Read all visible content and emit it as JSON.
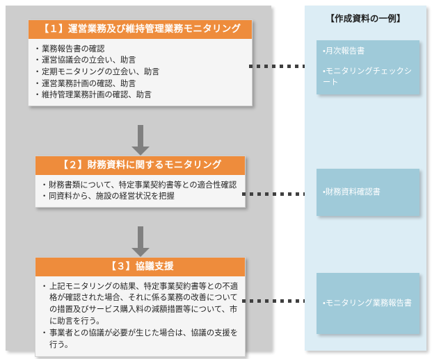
{
  "left_panel": {
    "blocks": [
      {
        "id": "block-1",
        "header": "【１】運営業務及び維持管理業務モニタリング",
        "items": [
          "業務報告書の確認",
          "運営協議会の立会い、助言",
          "定期モニタリングの立会い、助言",
          "運営業務計画の確認、助言",
          "維持管理業務計画の確認、助言"
        ]
      },
      {
        "id": "block-2",
        "header": "【２】財務資料に関するモニタリング",
        "items": [
          "財務書類について、特定事業契約書等との適合性確認",
          "同資料から、施設の経営状況を把握"
        ]
      },
      {
        "id": "block-3",
        "header": "【３】協議支援",
        "items": [
          "上記モニタリングの結果、特定事業契約書等との不適格が確認された場合、それに係る業務の改善についての措置及びサービス購入料の減額措置等について、市に助言を行う。",
          "事業者との協議が必要が生じた場合は、協議の支援を行う。"
        ]
      }
    ]
  },
  "right_panel": {
    "title": "【作成資料の一例】",
    "docs": [
      {
        "id": "doc-1",
        "lines": [
          "・月次報告書",
          "・モニタリングチェックシート"
        ]
      },
      {
        "id": "doc-2",
        "lines": [
          "・財務資料確認書"
        ]
      },
      {
        "id": "doc-3",
        "lines": [
          "・モニタリング業務報告書"
        ]
      }
    ]
  },
  "colors": {
    "header_orange": "#ee8c3c",
    "left_panel_gray": "#cdcdcd",
    "right_panel_blue": "#dcedf5",
    "doc_box_blue": "#9fcad9",
    "arrow_gray": "#808080",
    "dotted_arrow": "#3f3f3f",
    "block_body": "#f5f5f5"
  }
}
